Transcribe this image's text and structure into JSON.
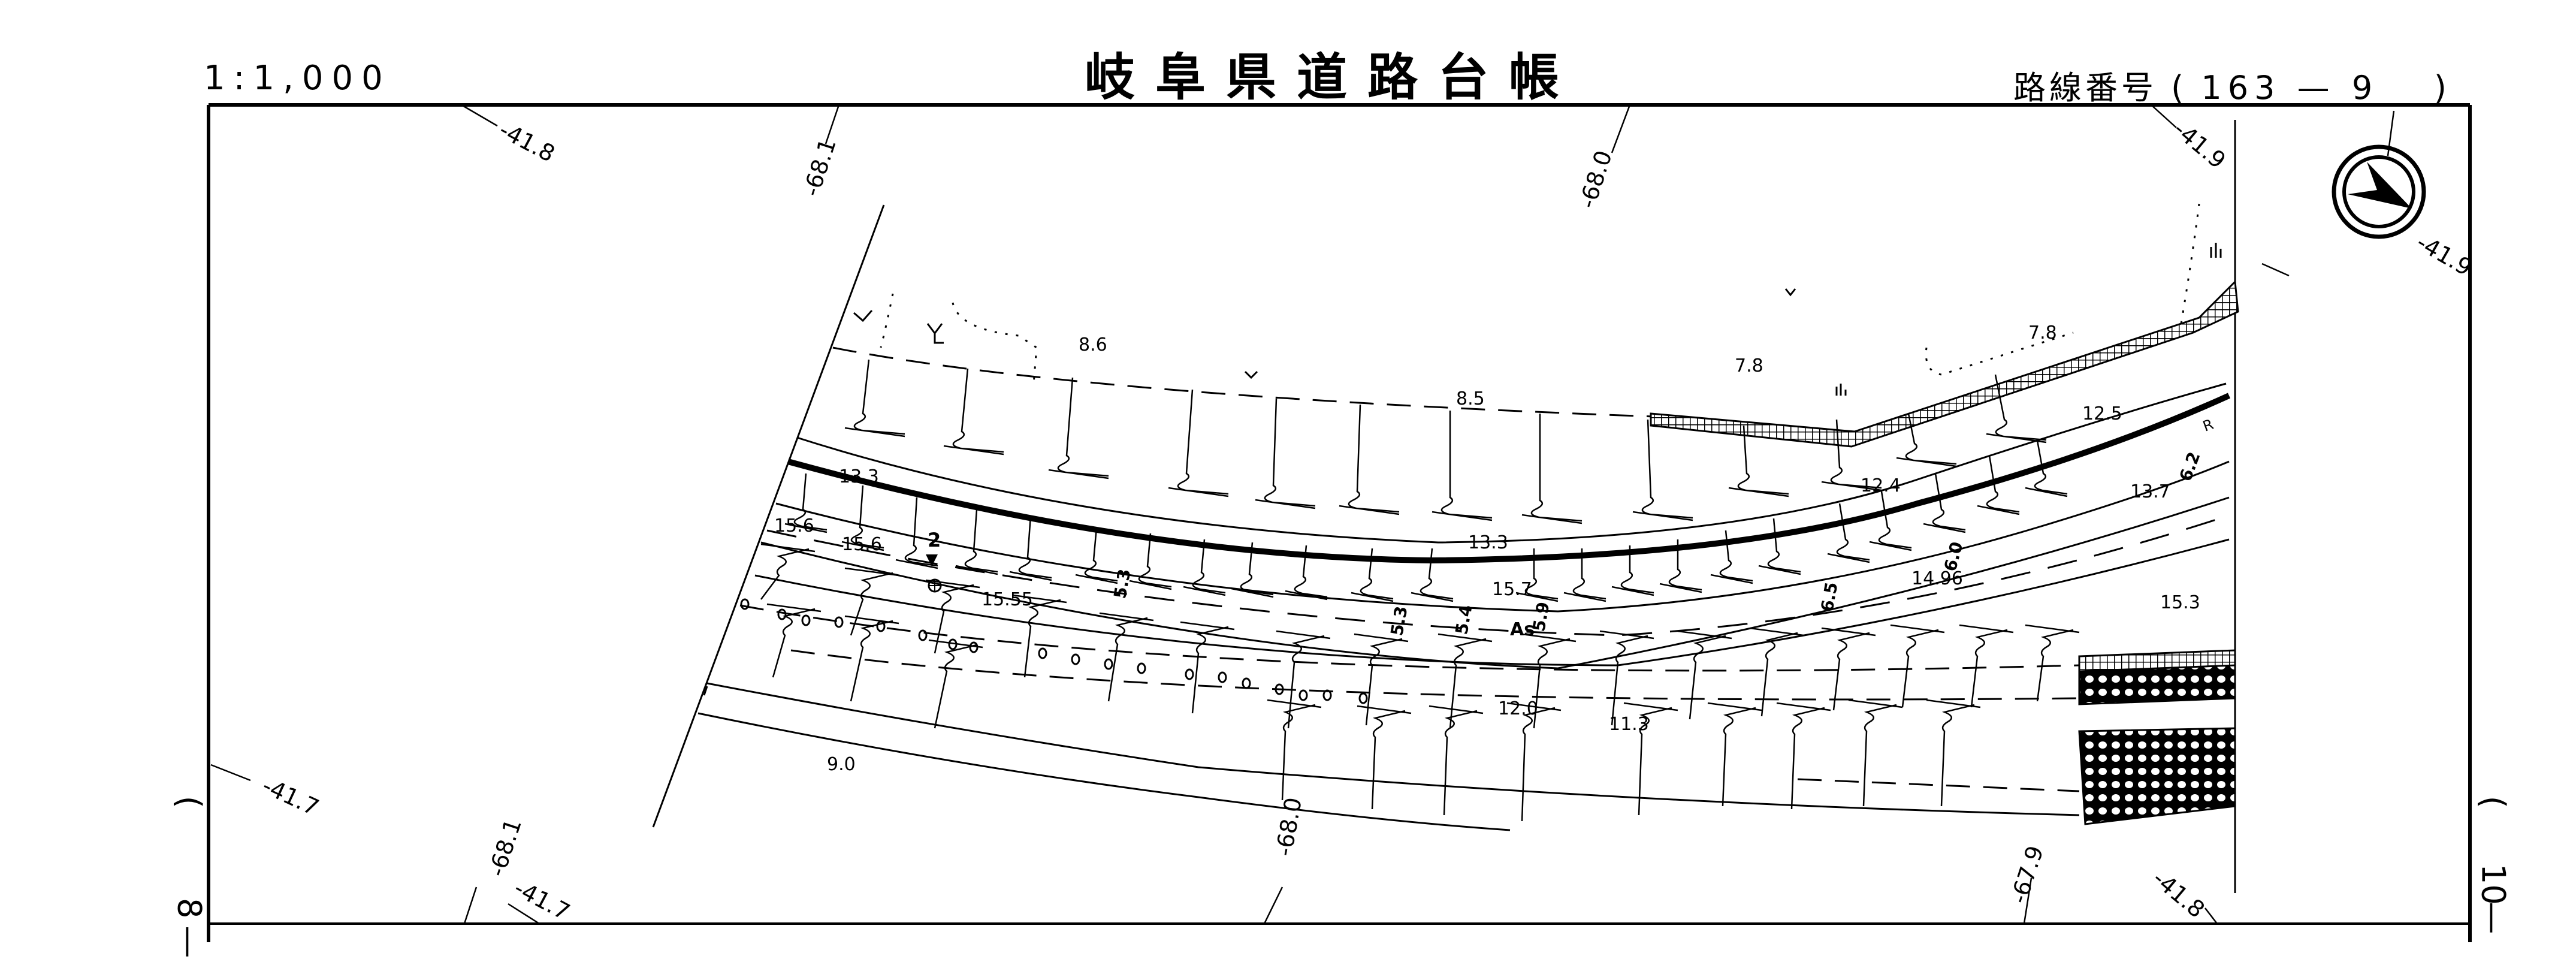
{
  "header": {
    "scale": "1:1,000",
    "title": "岐阜県道路台帳",
    "route_label": "路線番号",
    "route_number": "163 — 9",
    "route_open": "(",
    "route_close": ")"
  },
  "sheet_refs": {
    "left": {
      "open": "(",
      "number": "8",
      "dash": "—"
    },
    "right": {
      "open": "(",
      "number": "10",
      "dash": "—"
    }
  },
  "compass": {
    "icon": "north-arrow-icon"
  },
  "grid_labels": {
    "top_left_41_8": "-41.8",
    "top_68_1": "-68.1",
    "top_68_0": "-68.0",
    "top_right_41_9": "-41.9",
    "right_41_9": "-41.9",
    "left_41_7": "-41.7",
    "bottom_68_1": "-68.1",
    "bottom_41_7": "-41.7",
    "bottom_68_0": "-68.0",
    "bottom_67_9": "-67.9",
    "bottom_right_41_8": "-41.8"
  },
  "elevations": {
    "e_8_6": "8.6",
    "e_8_5": "8.5",
    "e_7_8a": "7.8",
    "e_7_8b": "7.8",
    "e_12_5": "12.5",
    "e_12_4": "12.4",
    "e_13_3a": "13.3",
    "e_13_3b": "13.3",
    "e_15_6a": "15.6",
    "e_15_6b": "15.6",
    "e_15_55": "15.55",
    "e_15_7": "15.7",
    "e_14_96": "14.96",
    "e_13_7": "13.7",
    "e_15_3": "15.3",
    "e_12_0": "12.0",
    "e_11_3": "11.3",
    "e_9_0": "9.0"
  },
  "widths": {
    "w_5_3": "5.3",
    "w_5_3b": "5.3",
    "w_5_4": "5.4",
    "w_5_9": "5.9",
    "w_6_5": "6.5",
    "w_6_0": "6.0",
    "w_6_2": "6.2"
  },
  "annotations": {
    "surface": "As",
    "marker": "2",
    "ramp": "R"
  }
}
